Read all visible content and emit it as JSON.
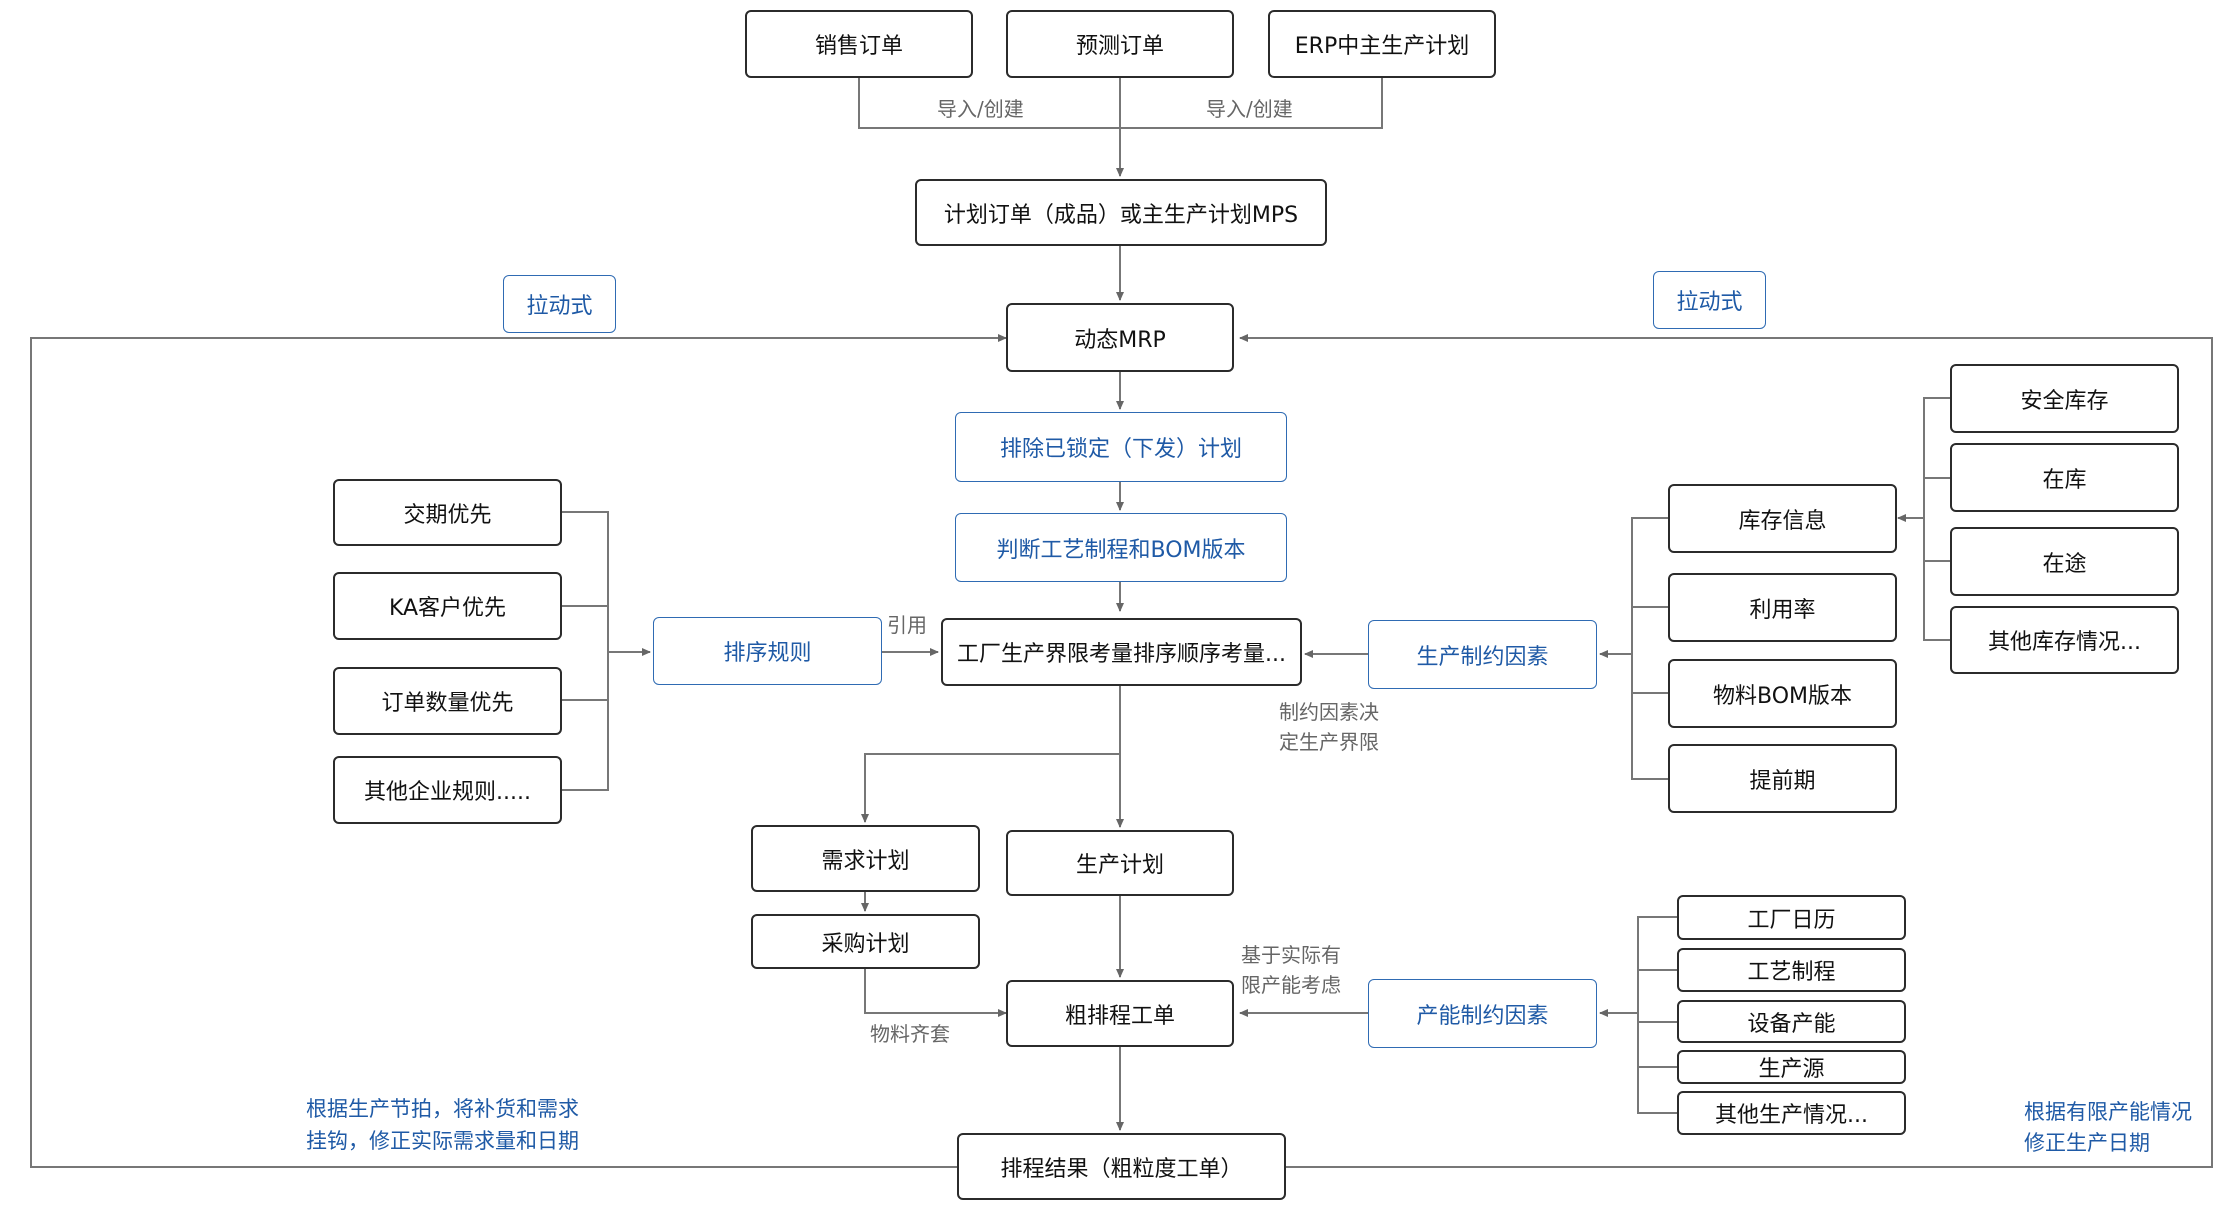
{
  "boxes": {
    "sales_order": "销售订单",
    "forecast_order": "预测订单",
    "erp_mps": "ERP中主生产计划",
    "plan_order": "计划订单（成品）或主生产计划MPS",
    "pull_left": "拉动式",
    "pull_right": "拉动式",
    "dynamic_mrp": "动态MRP",
    "exclude_locked": "排除已锁定（下发）计划",
    "judge_process": "判断工艺制程和BOM版本",
    "factory_limit": "工厂生产界限考量排序顺序考量...",
    "sort_rules": "排序规则",
    "delivery_first": "交期优先",
    "ka_first": "KA客户优先",
    "quantity_first": "订单数量优先",
    "other_rules": "其他企业规则.....",
    "production_constraints": "生产制约因素",
    "inventory_info": "库存信息",
    "utilization": "利用率",
    "bom_version": "物料BOM版本",
    "lead_time": "提前期",
    "safety_stock": "安全库存",
    "in_stock": "在库",
    "in_transit": "在途",
    "other_inventory": "其他库存情况...",
    "demand_plan": "需求计划",
    "purchase_plan": "采购计划",
    "production_plan": "生产计划",
    "rough_order": "粗排程工单",
    "capacity_constraints": "产能制约因素",
    "factory_calendar": "工厂日历",
    "process_route": "工艺制程",
    "equipment_capacity": "设备产能",
    "production_source": "生产源",
    "other_production": "其他生产情况...",
    "result": "排程结果（粗粒度工单）"
  },
  "labels": {
    "import_left": "导入/创建",
    "import_right": "导入/创建",
    "reference": "引用",
    "constraint_note_1": "制约因素决",
    "constraint_note_2": "定生产界限",
    "material_kit": "物料齐套",
    "capacity_note_1": "基于实际有",
    "capacity_note_2": "限产能考虑",
    "left_note_1": "根据生产节拍，将补货和需求",
    "left_note_2": "挂钩，修正实际需求量和日期",
    "right_note_1": "根据有限产能情况",
    "right_note_2": "修正生产日期"
  },
  "colors": {
    "line": "#777777",
    "box_border": "#2b2b2b",
    "accent_blue": "#1f5aa6"
  }
}
